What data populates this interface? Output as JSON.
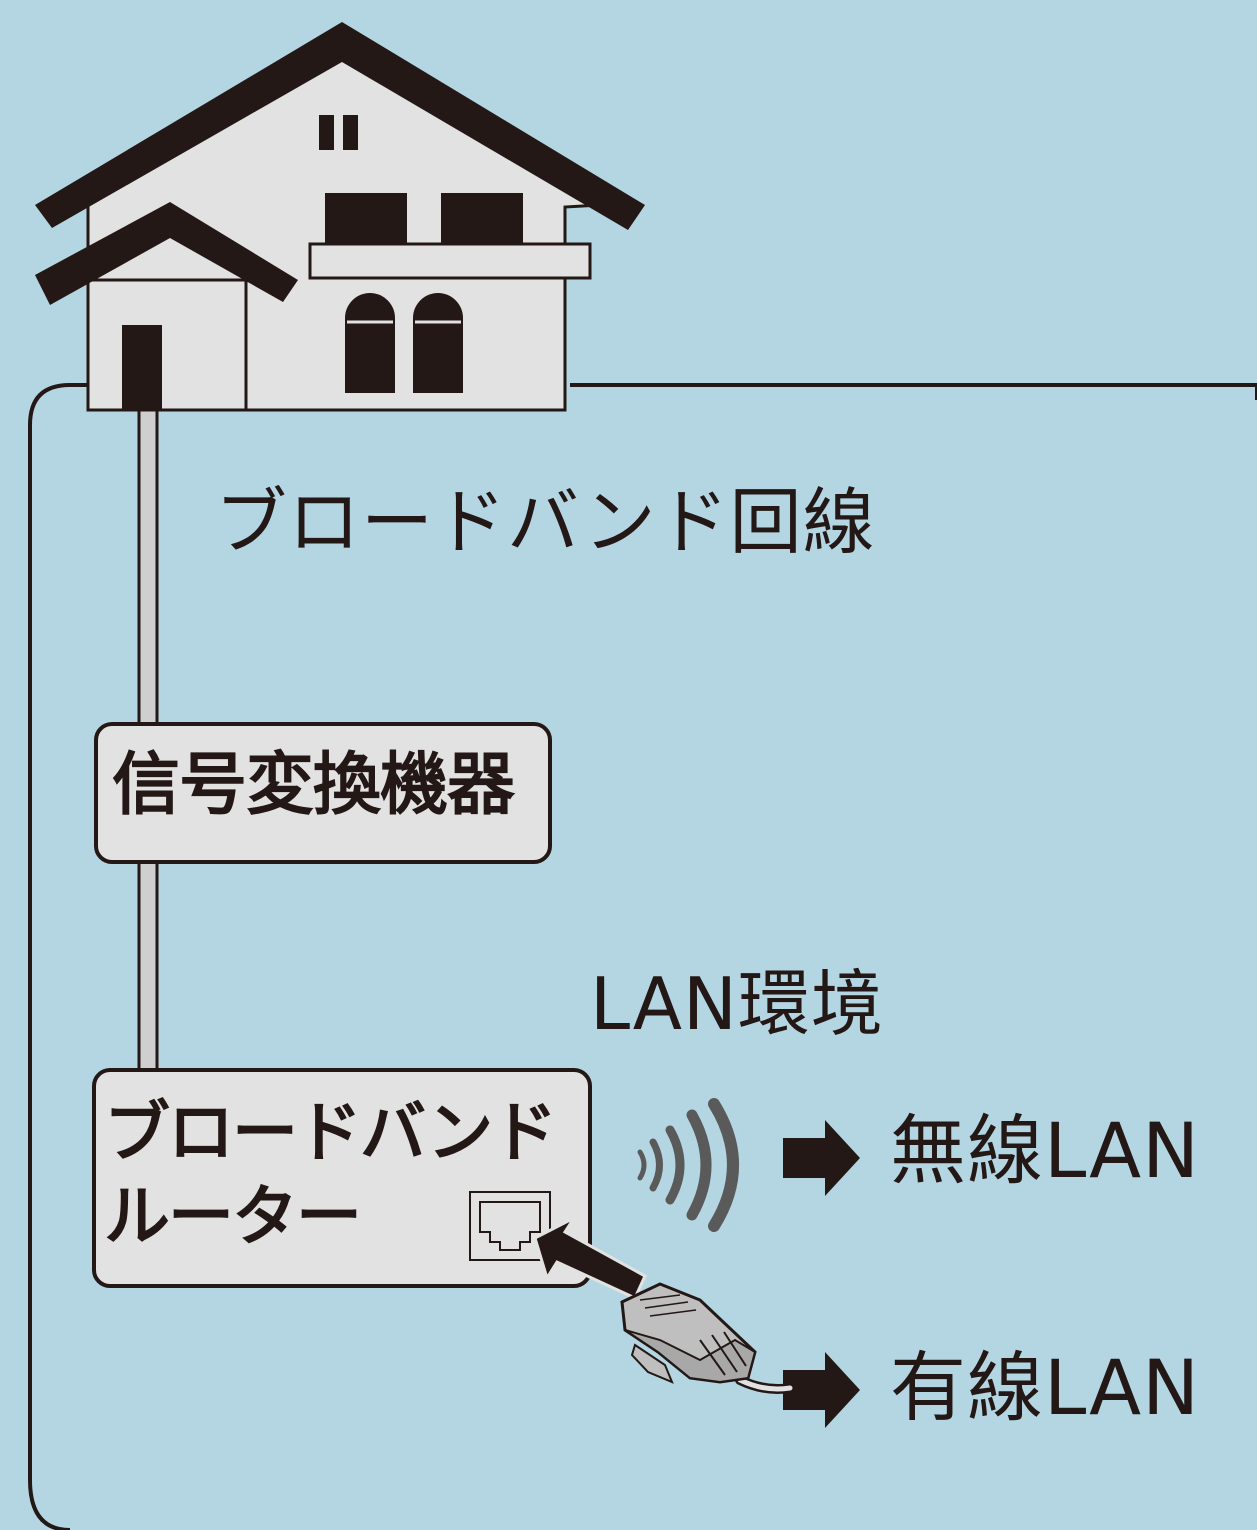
{
  "labels": {
    "broadband_line": "ブロードバンド回線",
    "lan_environment": "LAN環境",
    "wireless_lan": "無線LAN",
    "wired_lan": "有線LAN"
  },
  "devices": {
    "modem": "信号変換機器",
    "router_line1": "ブロードバンド",
    "router_line2": "ルーター"
  },
  "colors": {
    "background": "#b4d6e3",
    "ink": "#231815",
    "house_wall": "#e2e2e2",
    "cable": "#cfcfcf",
    "wifi": "#5a5a5a"
  },
  "icons": [
    "house-icon",
    "wifi-signal-icon",
    "arrow-right-icon",
    "lan-port-icon",
    "lan-plug-icon"
  ]
}
